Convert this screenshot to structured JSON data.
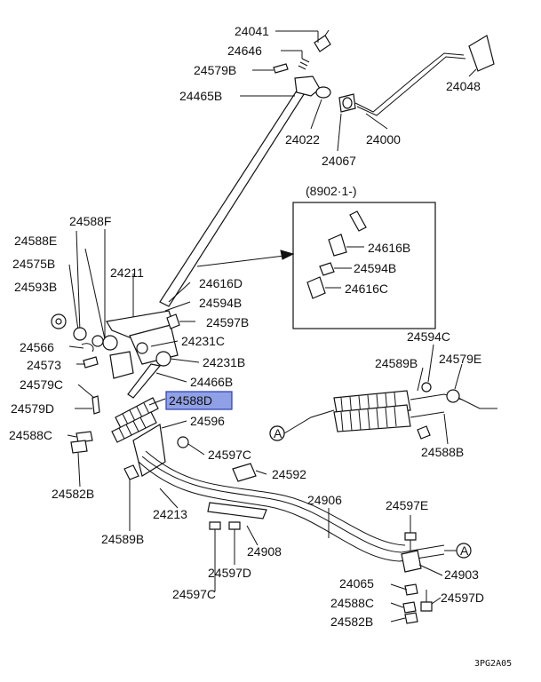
{
  "labels": {
    "l24041": "24041",
    "l24646": "24646",
    "l24579B": "24579B",
    "l24465B": "24465B",
    "l24048": "24048",
    "l24022": "24022",
    "l24000": "24000",
    "l24067": "24067",
    "inset_code": "(8902·1-)",
    "l24616B": "24616B",
    "l24594B_in": "24594B",
    "l24616C": "24616C",
    "l24588F": "24588F",
    "l24588E": "24588E",
    "l24575B": "24575B",
    "l24211": "24211",
    "l24593B": "24593B",
    "l24616D": "24616D",
    "l24594B": "24594B",
    "l24597B": "24597B",
    "l24566": "24566",
    "l24231C": "24231C",
    "l24573": "24573",
    "l24231B": "24231B",
    "l24579C": "24579C",
    "l24466B": "24466B",
    "l24588D": "24588D",
    "l24579D": "24579D",
    "l24596": "24596",
    "l24588C": "24588C",
    "l24597C_mid": "24597C",
    "l24592": "24592",
    "l24582B": "24582B",
    "l24213": "24213",
    "l24906": "24906",
    "l24589B_bot": "24589B",
    "l24908": "24908",
    "l24597D_bot": "24597D",
    "l24597C_bot": "24597C",
    "l24594C": "24594C",
    "l24589B_right": "24589B",
    "l24579E": "24579E",
    "l24588B": "24588B",
    "l24597E": "24597E",
    "l24903": "24903",
    "l24065": "24065",
    "l24588C_right": "24588C",
    "l24597D_right": "24597D",
    "l24582B_right": "24582B",
    "ref_A": "A",
    "figure_code": "3PG2A05"
  },
  "colors": {
    "highlight_fill": "#8fa0e6",
    "highlight_stroke": "#2a3cb0",
    "line": "#111111"
  }
}
